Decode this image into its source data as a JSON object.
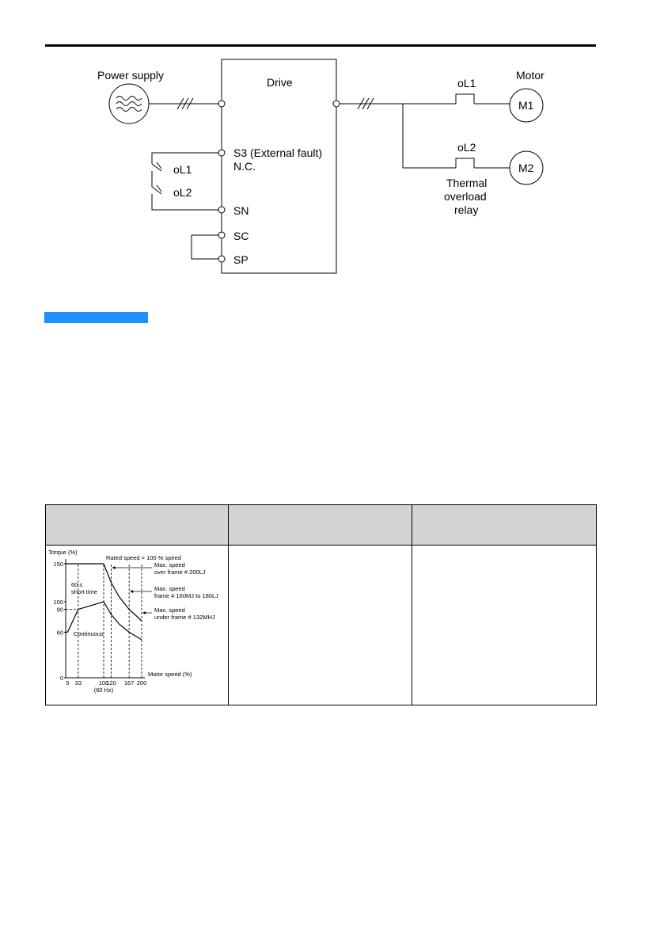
{
  "wiring_diagram": {
    "power_supply_label": "Power supply",
    "drive_label": "Drive",
    "motor_label": "Motor",
    "terminal_s3_label": "S3 (External fault)",
    "terminal_nc_label": "N.C.",
    "terminal_sn_label": "SN",
    "terminal_sc_label": "SC",
    "terminal_sp_label": "SP",
    "contact_ol1_label": "oL1",
    "contact_ol2_label": "oL2",
    "relay_ol1_label": "oL1",
    "relay_ol2_label": "oL2",
    "motor1_label": "M1",
    "motor2_label": "M2",
    "thermal_label_line1": "Thermal",
    "thermal_label_line2": "overload",
    "thermal_label_line3": "relay"
  },
  "colors": {
    "section_bar": "#1e90ff",
    "table_header": "#d3d3d3"
  },
  "spec_table": {
    "headers": [
      "",
      "",
      ""
    ],
    "cells": [
      "",
      ""
    ]
  },
  "chart_data": {
    "type": "line",
    "title": "",
    "xlabel": "Motor speed (%)",
    "ylabel": "Torque (%)",
    "x_ticks": [
      "5",
      "33",
      "100",
      "120",
      "167",
      "200"
    ],
    "x_tick_note": "(60 Hz)",
    "y_ticks": [
      "0",
      "60",
      "90",
      "100",
      "150"
    ],
    "xlim": [
      0,
      200
    ],
    "ylim": [
      0,
      150
    ],
    "series": [
      {
        "x": [
          0,
          100,
          120,
          140,
          167,
          200
        ],
        "values": [
          150,
          150,
          125,
          107,
          90,
          75
        ]
      },
      {
        "x": [
          0,
          5,
          33,
          100,
          120,
          140,
          167,
          200
        ],
        "values": [
          60,
          60,
          90,
          100,
          83,
          71,
          60,
          50
        ]
      }
    ],
    "annotations": {
      "short_time_line1": "60 s",
      "short_time_line2": "short time",
      "continuous": "Continuous",
      "rated_speed": "Rated speed = 100 % speed",
      "max_speed_1_line1": "Max. speed",
      "max_speed_1_line2": "over frame # 200LJ",
      "max_speed_2_line1": "Max. speed",
      "max_speed_2_line2": "frame # 160MJ to 180LJ",
      "max_speed_3_line1": "Max. speed",
      "max_speed_3_line2": "under frame # 132MHJ"
    }
  }
}
